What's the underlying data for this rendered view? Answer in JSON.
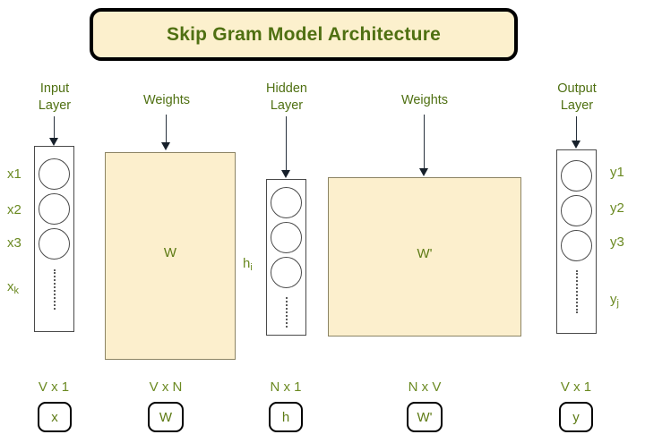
{
  "title": {
    "text": "Skip Gram Model Architecture"
  },
  "colors": {
    "title_text": "#4f7012",
    "banner_fill": "#fcf0cd",
    "banner_border": "#000000",
    "label_green": "#6b8a22",
    "weight_fill": "#fcefcd",
    "weight_border": "#8c8464",
    "neuron_border": "#4a4a4a",
    "arrow": "#17202b",
    "background": "#ffffff"
  },
  "captions": {
    "input_layer": "Input\nLayer",
    "input_layer_line1": "Input",
    "input_layer_line2": "Layer",
    "weights_1": "Weights",
    "hidden_layer_line1": "Hidden",
    "hidden_layer_line2": "Layer",
    "weights_2": "Weights",
    "output_layer_line1": "Output",
    "output_layer_line2": "Layer"
  },
  "input_layer": {
    "neuron_labels": [
      "x1",
      "x2",
      "x3"
    ],
    "ellipsis_label": "x",
    "ellipsis_label_sub": "k",
    "neuron_count": 3,
    "has_vertical_dots": true
  },
  "hidden_layer": {
    "label": "h",
    "label_sub": "i",
    "neuron_count": 3,
    "has_vertical_dots": true
  },
  "output_layer": {
    "neuron_labels": [
      "y1",
      "y2",
      "y3"
    ],
    "ellipsis_label": "y",
    "ellipsis_label_sub": "j",
    "neuron_count": 3,
    "has_vertical_dots": true
  },
  "weight_matrix_1": {
    "label": "W"
  },
  "weight_matrix_2": {
    "label": "W'"
  },
  "legend": [
    {
      "dimension": "V x 1",
      "symbol": "x"
    },
    {
      "dimension": "V x N",
      "symbol": "W"
    },
    {
      "dimension": "N x 1",
      "symbol": "h"
    },
    {
      "dimension": "N x V",
      "symbol": "W'"
    },
    {
      "dimension": "V x 1",
      "symbol": "y"
    }
  ]
}
